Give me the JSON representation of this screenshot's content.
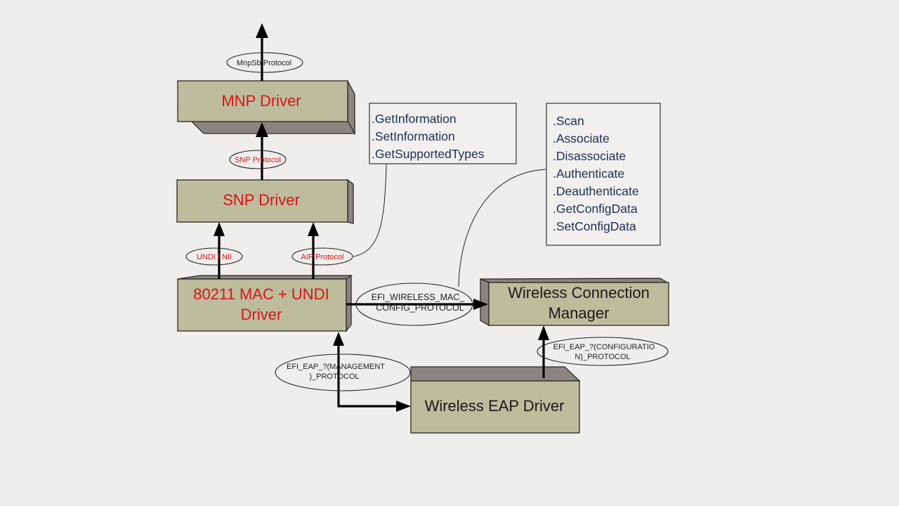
{
  "diagram": {
    "nodes": {
      "mnp_driver": {
        "label": "MNP Driver",
        "color": "#d8141a"
      },
      "snp_driver": {
        "label": "SNP Driver",
        "color": "#d8141a"
      },
      "mac_undi_driver": {
        "line1": "80211 MAC + UNDI",
        "line2": "Driver",
        "color": "#d8141a"
      },
      "wireless_connection_manager": {
        "line1": "Wireless Connection",
        "line2": "Manager",
        "color": "#1a1a1a"
      },
      "wireless_eap_driver": {
        "label": "Wireless EAP Driver",
        "color": "#1a1a1a"
      }
    },
    "edge_labels": {
      "mnpsb_protocol": "MnpSb  Protocol",
      "snp_protocol": "SNP Protocol",
      "undi_nii": "UNDI / NII",
      "aip_protocol": "AIP  Protocol",
      "wireless_mac_config": {
        "line1": "EFI_WIRELESS_MAC_",
        "line2": "CONFIG_PROTOCOL"
      },
      "eap_management": {
        "line1": "EFI_EAP_?(MANAGEMENT",
        "line2": ")_PROTOCOL"
      },
      "eap_configuration": {
        "line1": "EFI_EAP_?(CONFIGURATIO",
        "line2": "N)_PROTOCOL"
      }
    },
    "notes": {
      "aip_methods": [
        ".GetInformation",
        ".SetInformation",
        ".GetSupportedTypes"
      ],
      "wireless_mac_config_methods": [
        ".Scan",
        ".Associate",
        ".Disassociate",
        ".Authenticate",
        ".Deauthenticate",
        ".GetConfigData",
        ".SetConfigData"
      ]
    },
    "colors": {
      "box_face": "#bdbc9c",
      "box_side": "#8c8480",
      "background": "#efeeec",
      "note_text": "#1c2f55",
      "red_label": "#d8141a"
    }
  }
}
